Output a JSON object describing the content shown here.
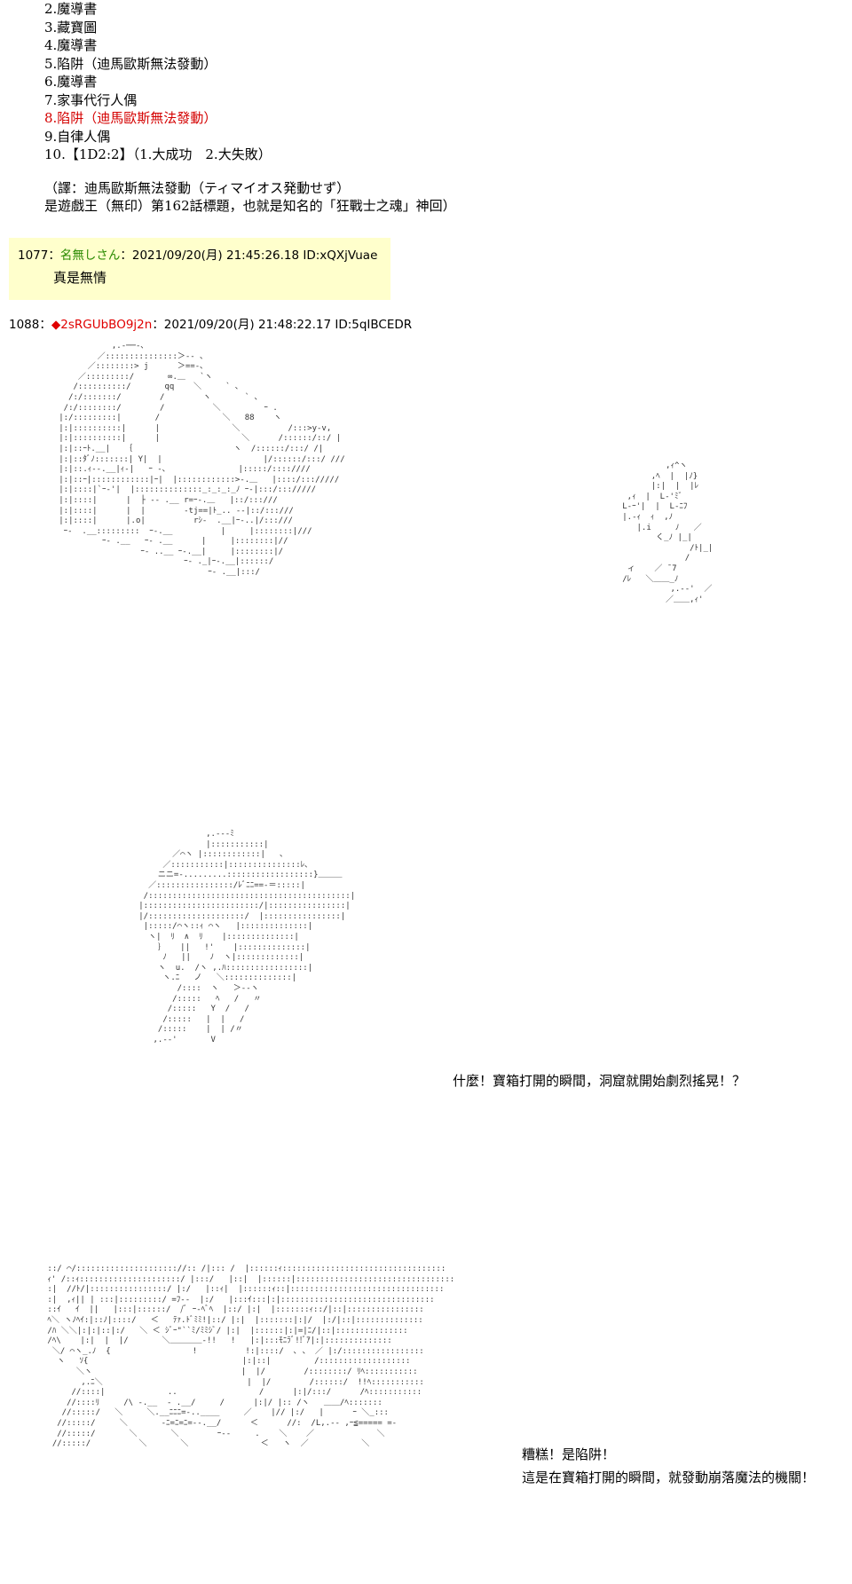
{
  "list": [
    {
      "text": "2.魔導書",
      "red": false
    },
    {
      "text": "3.藏寶圖",
      "red": false
    },
    {
      "text": "4.魔導書",
      "red": false
    },
    {
      "text": "5.陷阱（迪馬歐斯無法發動）",
      "red": false
    },
    {
      "text": "6.魔導書",
      "red": false
    },
    {
      "text": "7.家事代行人偶",
      "red": false
    },
    {
      "text": "8.陷阱（迪馬歐斯無法發動）",
      "red": true
    },
    {
      "text": "9.自律人偶",
      "red": false
    },
    {
      "text": "10.【1D2:2】（1.大成功　2.大失敗）",
      "red": false
    }
  ],
  "note": {
    "line1": "（譯：迪馬歐斯無法發動（ティマイオス発動せず）",
    "line2": "是遊戲王（無印）第162話標題，也就是知名的「狂戰士之魂」神回）"
  },
  "post1": {
    "number": "1077",
    "sep": "：",
    "name": "名無しさん",
    "meta": "：2021/09/20(月) 21:45:26.18 ID:xQXjVuae",
    "body": "真是無情"
  },
  "post2": {
    "number": "1088",
    "sep": "：",
    "diamond": "◆",
    "trip": "2sRGUbBO9j2n",
    "meta": "：2021/09/20(月) 21:48:22.17 ID:5qIBCEDR"
  },
  "captions": {
    "c1": "什麼！寶箱打開的瞬間，洞窟就開始劇烈搖晃！？",
    "c2": "糟糕！是陷阱！",
    "c3": "這是在寶箱打開的瞬間，就發動崩落魔法的機關！"
  },
  "art": {
    "chest": "              ,.-──-､\n           ／:::::::::::::::＞‐- ､\n         ／::::::::> j      ＞==-､\n       ／:::::::::/       ∞.＿   `ヽ\n      /::::::::::/       qq    ＼     ` ､\n     /:/:::::::/        /        ヽ       ` ､\n    /:/::::::::/        /          ＼         ｰ .\n   |:/:::::::::|       /             ＼   88    ヽ\n   |:|::::::::::|      |               ＼          /:::>y-v,\n   |:|::::::::::|      |                 ＼      /::::::/::/ |\n   |:|::ｰﾄ.__|   ｛                     ヽ  /::::::/:::/ /|\n   |:|::ﾀﾞﾉ:::::::| Y|  |                     |/::::::/:::/ ///\n   |:|::.ｨ‐-.__|ｨ‐|   ｰ -､               |:::::/::::////\n   |:|::ｰ|::::::::::::|ｰ|  |::::::::::::>-.＿   |::::/::://///\n   |:|::::|`ｰ-'|  |::::::::::::::_:_:_:_ﾉ ｰ-|:::/::://///\n   |:|::::|      |  ├ ‐- .__ r=ｰ-.＿   |::/:::///\n   |:|::::|      |  |        ‐tj==|ﾄ_.. -‐|::/:::///\n   |:|::::|      |.o|          rｼ‐  .__|ｰ-..|/:::///\n    ｰ-  .__:::::::::  ｰ-.__          |     |::::::::|///\n            ｰ- .__   ｰ- .__      |     |::::::::|//\n                    ｰ- ..__ ｰ-.__|     |::::::::|/\n                             ｰ- ._|ｰ-.__|::::::/\n                                  ｰ- .__|:::/",
    "sfx": "            ,ｨ^ヽ\n         ,ﾍ  |  |ﾉ}\n         |:|  |  |ﾚ\n    ,ｨ  |  L-'ﾐﾞ\n   L-ｰ'|  |  L-ﾆﾌ\n   |.-ｨ  ｨ  ,ﾉ\n      |.i     ﾉ   ／\n          く_ﾉ |_|\n                 /ﾄ|_|\n                /\n    ィ    ／ ̄ ̄7\n   /ﾚ   ＼＿＿_ﾉ\n             ,.-‐'  ／\n            ／＿＿,ｨ'",
    "girl": "                 ,.-‐-ﾐ\n                 |:::::::::::|\n          ／⌒ヽ |::::::::::::|   ､\n        ／:::::::::::|:::::::::::::::ﾚ､\n       ニニ=-.........::::::::::::::::::}＿＿＿\n     ／::::::::::::::::/ﾚﾞﾆﾆ==-＝:::::|\n    /::::::::::::::::::::::::::::::::::::::::::|\n   |::::::::::::::::::::::::/|::::::::::::::::|\n   |/::::::::::::::::::::/  |::::::::::::::::|\n    |:::::/⌒ヽ::ｨ ⌒ヽ   |::::::::::::::|\n     ヽ|  ﾘ  ∧  ﾘ    |::::::::::::::|\n       ｝   ||   !'    |::::::::::::::|\n        ﾉ   ||    ﾉ  ヽ|:::::::::::::|\n       ヽ  u.  /ヽ ,.ﾊ:::::::::::::::::|\n        ヽ.ﾆ   ノ   ＼::::::::::::::|\n           /::::  ヽ   ＞‐-ヽ\n          /:::::   ﾍ   /   〃\n         /:::::   Y  /   /\n        /:::::   |  |   /\n       /:::::    |  | /〃\n      ,.-‐'       V",
    "face": " ::/ ⌒/::::::::::::::::::::://:: /|::: /  |::::::ｨ::::::::::::::::::::::::::::::::::\n ｨ' /::ｨ:::::::::::::::::::::/ |:::/   |::|  |::::::|:::::::::::::::::::::::::::::::::\n :|  //ﾄ/|::::::::::::::::/ |:/   |::ｨ|  |::::::ｨ::|::::::::::::::::::::::::::::::::\n :|  ,ｨ|| | :::|:::::::::/ =ﾌ-‐  |:/   |:::ｲ:::|:|::::::::::::::::::::::::::::::::\n ::ｲ   ｲ  ||   |:::|::::::/  /ﾞ ｰ-ﾍﾞﾍ  |::/ |:|  |:::::::ｨ::/|::|::::::::::::::::\n ﾍ＼ ヽﾉﾍｲ:|::ﾉ|::::/   ＜   ﾃｧ.ﾄﾞﾐﾐ!|::/ |:|  |:::::::|:|/  |:/|::|::::::::::::::\n /ﾊ ＼＼|:|:|::|:/   ＼ ＜ ｼﾞｰ\"``ﾐ/ﾐﾐｼﾞ/ |:|  |::::::|:|=|ﾆ/|::|:::::::::::::::\n /ﾍ\\    |:|  |  |/       ＼＿＿＿＿-!!   !   |:|:::ﾓﾆﾗﾞ!!ﾞｱ|:|::::::::::::::\n  ＼/ ⌒ヽ_.ﾉ  {                 !          !:|::::/  ､ 、 ／ |:/:::::::::::::::::\n   ヽ   ｿ{                                |:|::|         /:::::::::::::::::::\n       ＼ヽ                               |  |/        /::::::::/ ﾘﾍ:::::::::::\n        ,.ﾆ＼                              |  |/        /::::::/  !!ﾍ:::::::::::\n      //::::|             ..                 /      |:|/:::/      /ﾍ:::::::::::\n     //::::ﾘ     /\\ -.__  - .__/     /      |:|/ |:: /ヽ   ＿＿/ﾍ:::::::\n    //:::::/   ＼     ＼.__ﾆﾆﾆ=-..____     ／    |// |:/   |      ｰ ＼_:::\n   //:::::/     ＼       -ﾆ=ﾆ=ﾆ=--.__/      ＜      //:  /L,.-‐ ,ｰ≦===== =-\n   //:::::/       ＼       ＼        ｰ‐-     .    ＼    ／             ＼ \n  //:::::/          ＼       ＼               ＜   ヽ  ／           ＼ "
  }
}
